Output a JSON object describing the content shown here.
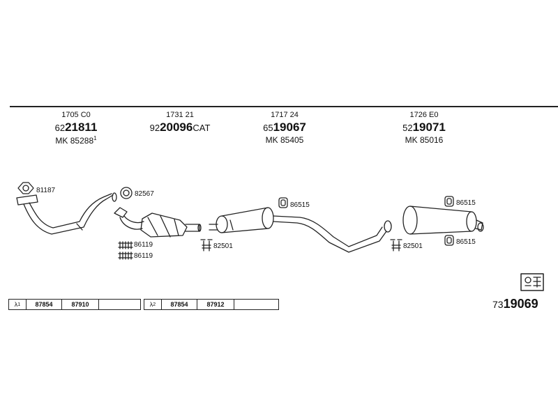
{
  "parts": [
    {
      "ref": "1705 C0",
      "prefix": "62",
      "number": "21811",
      "suffix": "",
      "mk": "MK  85288",
      "mk_sup": "1"
    },
    {
      "ref": "1731 21",
      "prefix": "92",
      "number": "20096",
      "suffix": "CAT",
      "mk": "",
      "mk_sup": ""
    },
    {
      "ref": "1717 24",
      "prefix": "65",
      "number": "19067",
      "suffix": "",
      "mk": "MK  85405",
      "mk_sup": ""
    },
    {
      "ref": "1726 E0",
      "prefix": "52",
      "number": "19071",
      "suffix": "",
      "mk": "MK  85016",
      "mk_sup": ""
    }
  ],
  "labels": {
    "l81187": "81187",
    "l82567": "82567",
    "l86119a": "86119",
    "l86119b": "86119",
    "l82501a": "82501",
    "l86515a": "86515",
    "l86515b": "86515",
    "l82501b": "82501",
    "l86515c": "86515"
  },
  "lambda_tables": [
    {
      "symbol": "λ",
      "sup": "1",
      "a": "87854",
      "b": "87910",
      "c": ""
    },
    {
      "symbol": "λ",
      "sup": "2",
      "a": "87854",
      "b": "87912",
      "c": ""
    }
  ],
  "diagram_number": {
    "prefix": "73",
    "number": "19069"
  },
  "icons": [
    "mounting-kit-icon"
  ]
}
